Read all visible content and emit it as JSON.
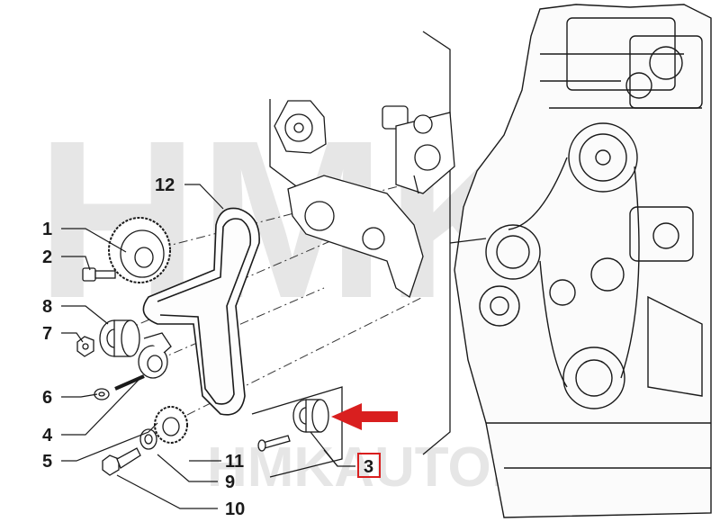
{
  "watermark": {
    "brand": "HMK",
    "site": "HMKAUTO.EE"
  },
  "callouts": [
    {
      "id": "1",
      "label": "1"
    },
    {
      "id": "2",
      "label": "2"
    },
    {
      "id": "3",
      "label": "3",
      "highlighted": true
    },
    {
      "id": "4",
      "label": "4"
    },
    {
      "id": "5",
      "label": "5"
    },
    {
      "id": "6",
      "label": "6"
    },
    {
      "id": "7",
      "label": "7"
    },
    {
      "id": "8",
      "label": "8"
    },
    {
      "id": "9",
      "label": "9"
    },
    {
      "id": "10",
      "label": "10"
    },
    {
      "id": "11",
      "label": "11"
    },
    {
      "id": "12",
      "label": "12"
    }
  ],
  "colors": {
    "highlight": "#d91f1f",
    "line": "#1a1a1a",
    "watermark": "#e6e6e6"
  }
}
